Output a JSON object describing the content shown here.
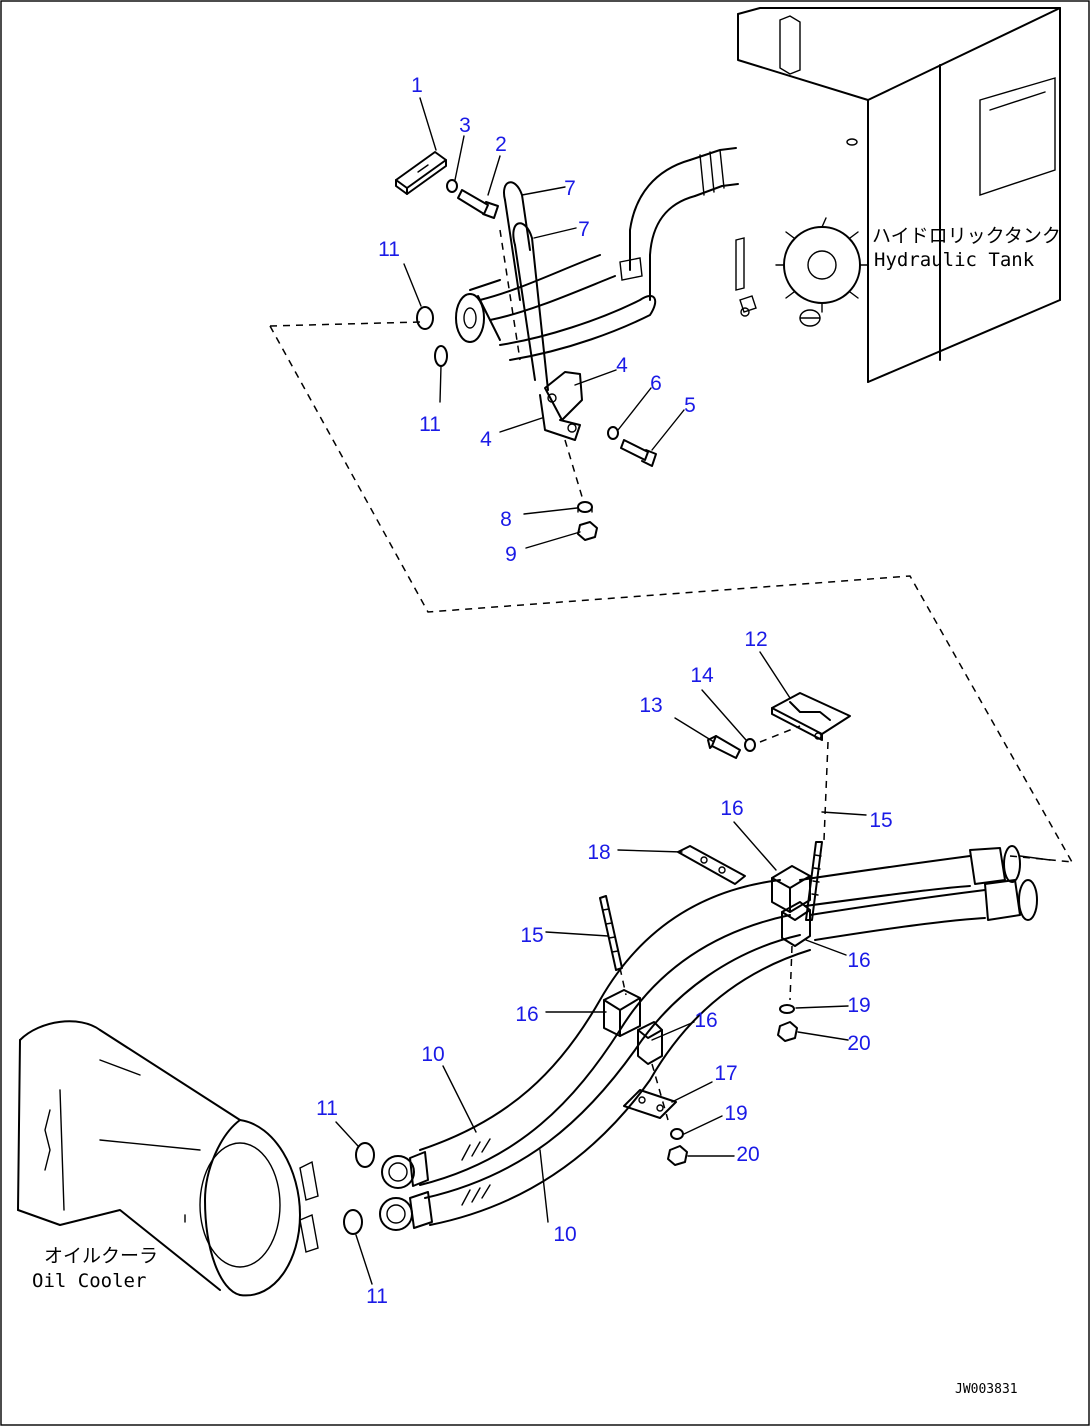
{
  "labels": {
    "hydraulic_tank_jp": "ハイドロリックタンク",
    "hydraulic_tank_en": "Hydraulic Tank",
    "oil_cooler_jp": "オイルクーラ",
    "oil_cooler_en": "Oil Cooler",
    "drawing_code": "JW003831"
  },
  "callouts": [
    "1",
    "2",
    "3",
    "4",
    "5",
    "6",
    "7",
    "8",
    "9",
    "10",
    "11",
    "12",
    "13",
    "14",
    "15",
    "16",
    "17",
    "18",
    "19",
    "20"
  ],
  "colors": {
    "callout": "#1a1ae6",
    "line": "#000000",
    "background": "#ffffff"
  }
}
